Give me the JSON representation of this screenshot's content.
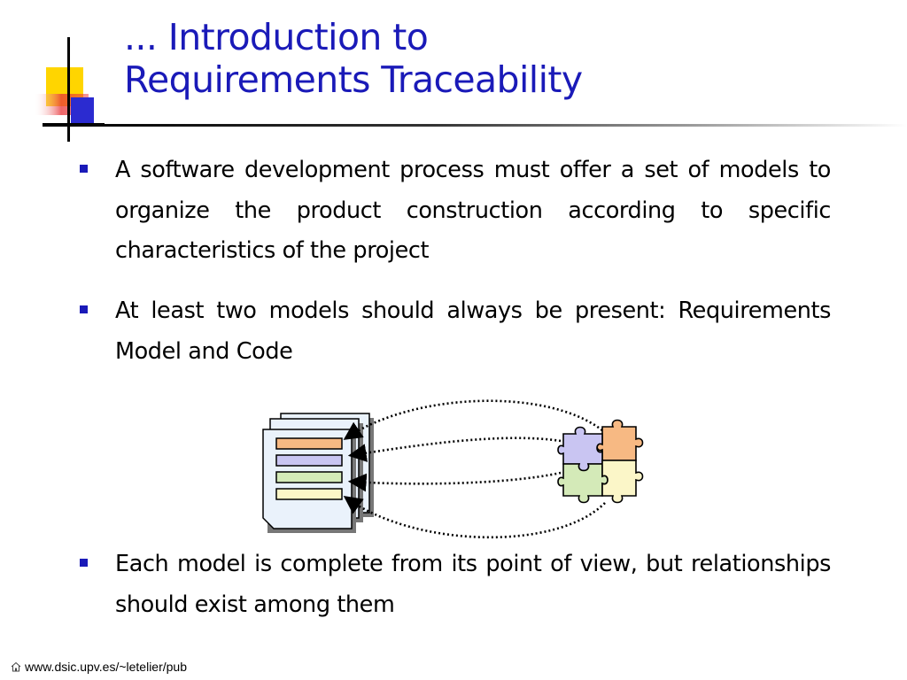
{
  "slide": {
    "title_line1": "... Introduction to",
    "title_line2": "Requirements Traceability",
    "bullets": [
      {
        "text": "A software development process must offer a set of models to organize the product construction according to specific characteristics of the project"
      },
      {
        "text": "At least two models should always be present: Requirements Model and Code"
      },
      {
        "text": "Each model is complete from its point of view, but relationships should exist among them"
      }
    ],
    "footer": {
      "url": "www.dsic.upv.es/~letelier/pub"
    }
  },
  "colors": {
    "title": "#1a1ab8",
    "bullet_marker": "#1a1ab8",
    "logo_yellow": "#ffd500",
    "logo_red": "#e8363a",
    "logo_blue": "#2b2bd0"
  },
  "icons": {
    "logo": "stacked-squares-logo",
    "documents": "document-stack-icon",
    "code": "puzzle-pieces-icon",
    "footer": "house-icon"
  }
}
